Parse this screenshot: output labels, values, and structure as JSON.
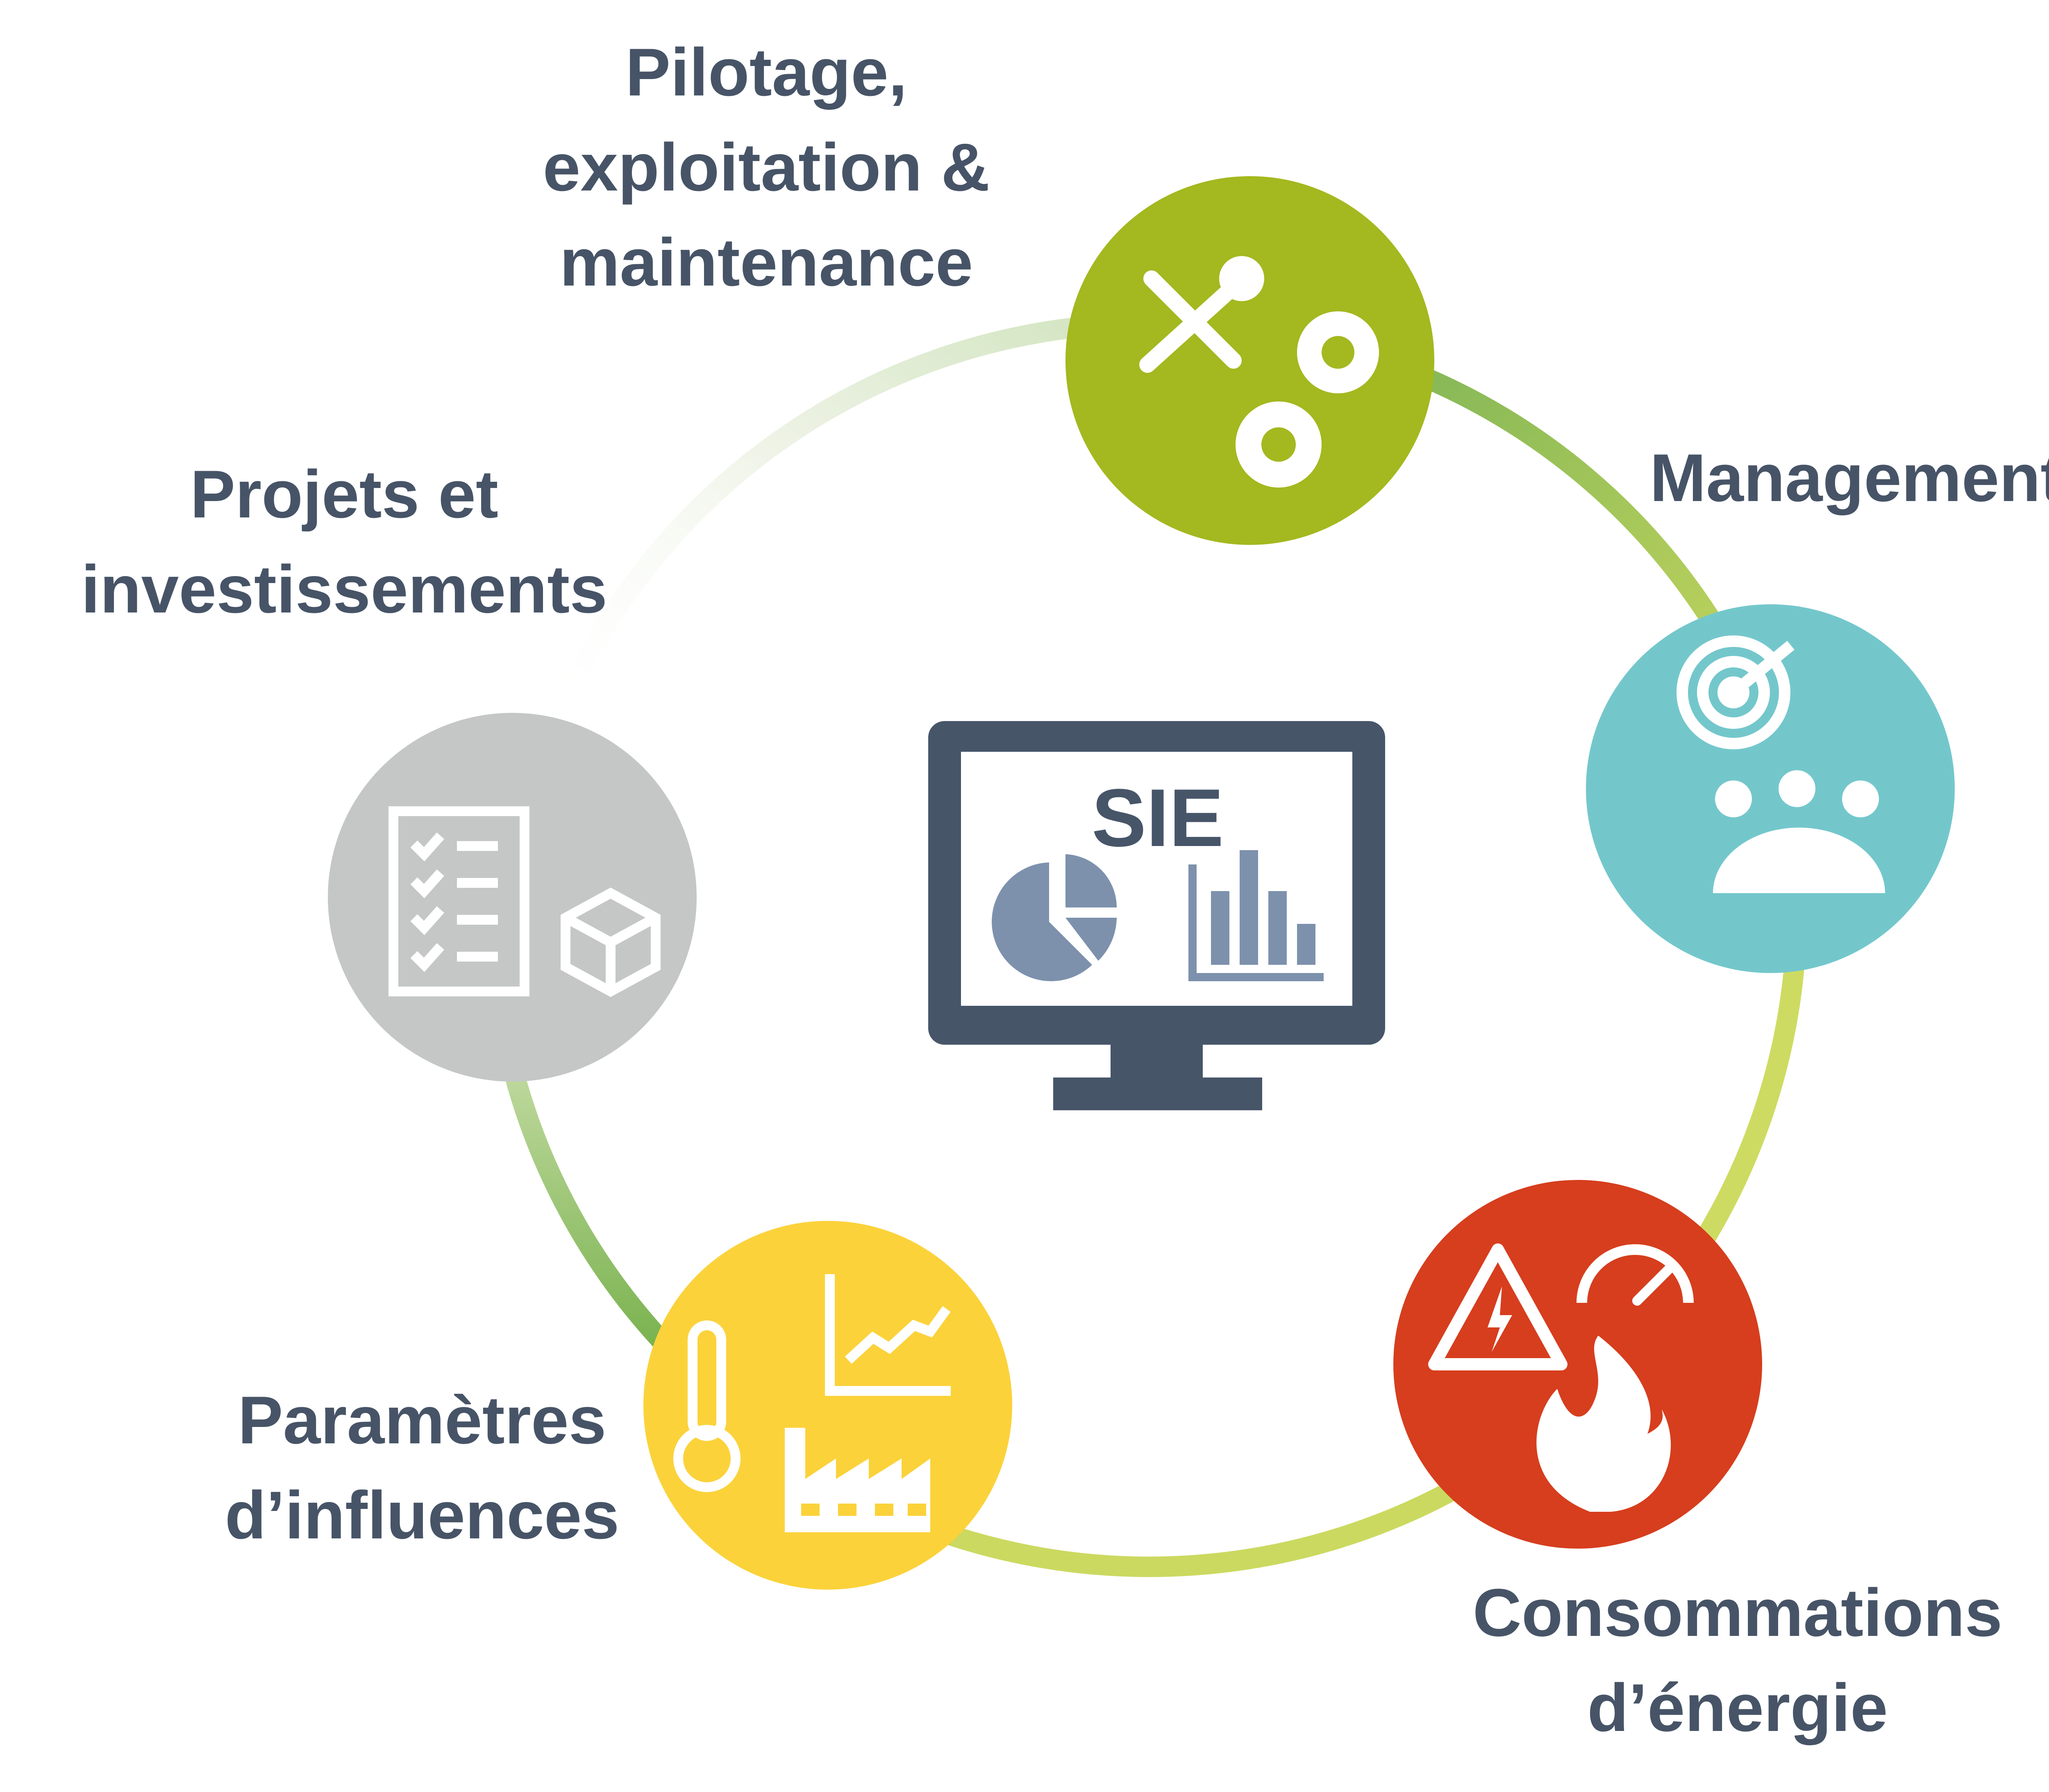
{
  "center": {
    "label": "SIE"
  },
  "domains": [
    {
      "id": "pilotage",
      "lines": [
        "Pilotage,",
        "exploitation &",
        "maintenance"
      ],
      "color": "#a4b81f",
      "icon": "tools-gears-icon"
    },
    {
      "id": "management",
      "lines": [
        "Management"
      ],
      "color": "#73c7cb",
      "icon": "target-team-icon"
    },
    {
      "id": "consommations",
      "lines": [
        "Consommations",
        "d’énergie"
      ],
      "color": "#d63e1e",
      "icon": "energy-warning-gauge-flame-icon"
    },
    {
      "id": "parametres",
      "lines": [
        "Paramètres",
        "d’influences"
      ],
      "color": "#fbd23a",
      "icon": "thermometer-chart-factory-icon"
    },
    {
      "id": "projets",
      "lines": [
        "Projets et",
        "investissements"
      ],
      "color": "#c4c7c6",
      "icon": "checklist-box-icon"
    }
  ],
  "monitor": {
    "frame_color": "#475569",
    "chart_color": "#7d91ad",
    "icons": [
      "pie-chart-icon",
      "bar-chart-icon"
    ]
  },
  "ring": {
    "color_start": "#86b857",
    "color_end": "#cedb62"
  },
  "label_color": "#475467"
}
